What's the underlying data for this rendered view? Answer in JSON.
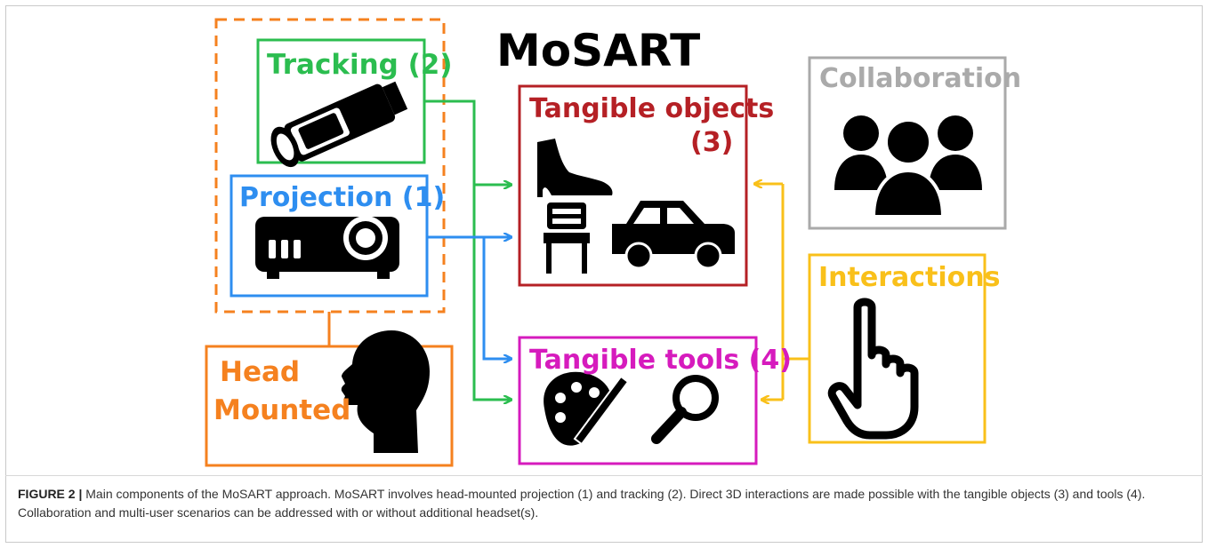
{
  "diagram": {
    "title": "MoSART",
    "colors": {
      "tracking": "#2bbd4f",
      "projection": "#2e8ef0",
      "head_mounted": "#f5811f",
      "tangible_objects": "#b52025",
      "tangible_tools": "#d61bbd",
      "collaboration": "#aaaaaa",
      "interactions": "#f9c01a",
      "icons": "#000000"
    },
    "boxes": {
      "tracking": {
        "label": "Tracking",
        "num": "(2)",
        "icon": "camera-icon"
      },
      "projection": {
        "label": "Projection",
        "num": "(1)",
        "icon": "projector-icon"
      },
      "head_mounted": {
        "label_line1": "Head",
        "label_line2": "Mounted",
        "icon": "head-icon"
      },
      "tangible_objects": {
        "label": "Tangible objects",
        "num": "(3)",
        "icons": [
          "boot-icon",
          "chair-icon",
          "car-icon"
        ]
      },
      "tangible_tools": {
        "label": "Tangible tools",
        "num": "(4)",
        "icons": [
          "palette-icon",
          "magnifier-icon"
        ]
      },
      "collaboration": {
        "label": "Collaboration",
        "icon": "users-icon"
      },
      "interactions": {
        "label": "Interactions",
        "icon": "pointing-hand-icon"
      }
    }
  },
  "caption": {
    "prefix": "FIGURE 2 |",
    "text": "Main components of the MoSART approach. MoSART involves head-mounted projection (1) and tracking (2). Direct 3D interactions are made possible with the tangible objects (3) and tools (4). Collaboration and multi-user scenarios can be addressed with or without additional headset(s)."
  }
}
